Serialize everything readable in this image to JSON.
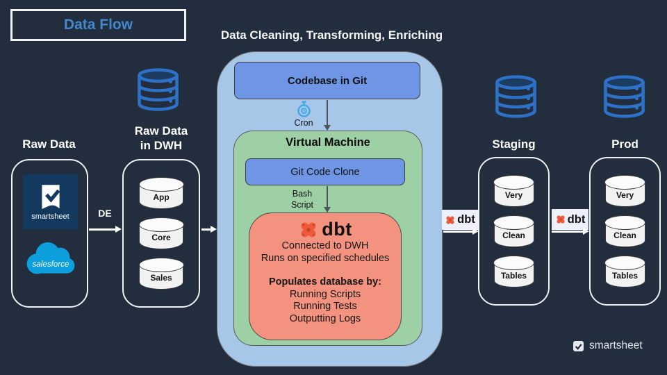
{
  "title": "Data Flow",
  "heading": "Data Cleaning, Transforming, Enriching",
  "raw": {
    "label": "Raw Data",
    "smartsheet_text": "smartsheet",
    "salesforce_text": "salesforce"
  },
  "de_label": "DE",
  "dwh": {
    "label_line1": "Raw Data",
    "label_line2": "in DWH",
    "cylinders": [
      "App",
      "Core",
      "Sales"
    ]
  },
  "pipeline": {
    "codebase": "Codebase in Git",
    "cron": "Cron",
    "vm": "Virtual Machine",
    "git_clone": "Git Code Clone",
    "bash_line1": "Bash",
    "bash_line2": "Script",
    "dbt_wordmark": "dbt",
    "dbt_lines": {
      "l1": "Connected to DWH",
      "l2": "Runs on specified schedules",
      "l3": "Populates database by:",
      "l4": "Running Scripts",
      "l5": "Running Tests",
      "l6": "Outputting Logs"
    }
  },
  "staging": {
    "label": "Staging",
    "cylinders": [
      "Very",
      "Clean",
      "Tables"
    ]
  },
  "prod": {
    "label": "Prod",
    "cylinders": [
      "Very",
      "Clean",
      "Tables"
    ]
  },
  "dbt_badge_label": "dbt",
  "footer": {
    "brand": "smartsheet"
  },
  "colors": {
    "background": "#222d3d",
    "title_text": "#4487cd",
    "container_blue": "#a7c7e9",
    "vm_green": "#9dd0a4",
    "node_blue": "#6e96e4",
    "dbt_salmon": "#f3937f",
    "dbt_orange": "#ee5a3a",
    "db_icon_blue": "#2e72c8",
    "cron_blue": "#3fa9e8",
    "salesforce_blue": "#0d9edd",
    "smartsheet_navy": "#13395f"
  }
}
